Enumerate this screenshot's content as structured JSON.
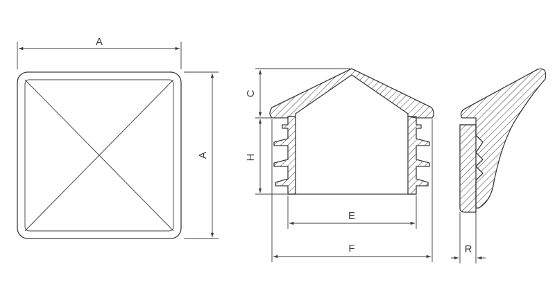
{
  "labels": {
    "top_width": "A",
    "side_height": "A",
    "cap_height": "C",
    "insert_height": "H",
    "inner_width": "E",
    "overall_width": "F",
    "wall_thickness": "R"
  },
  "colors": {
    "line": "#3a3a3a",
    "background": "#ffffff"
  }
}
